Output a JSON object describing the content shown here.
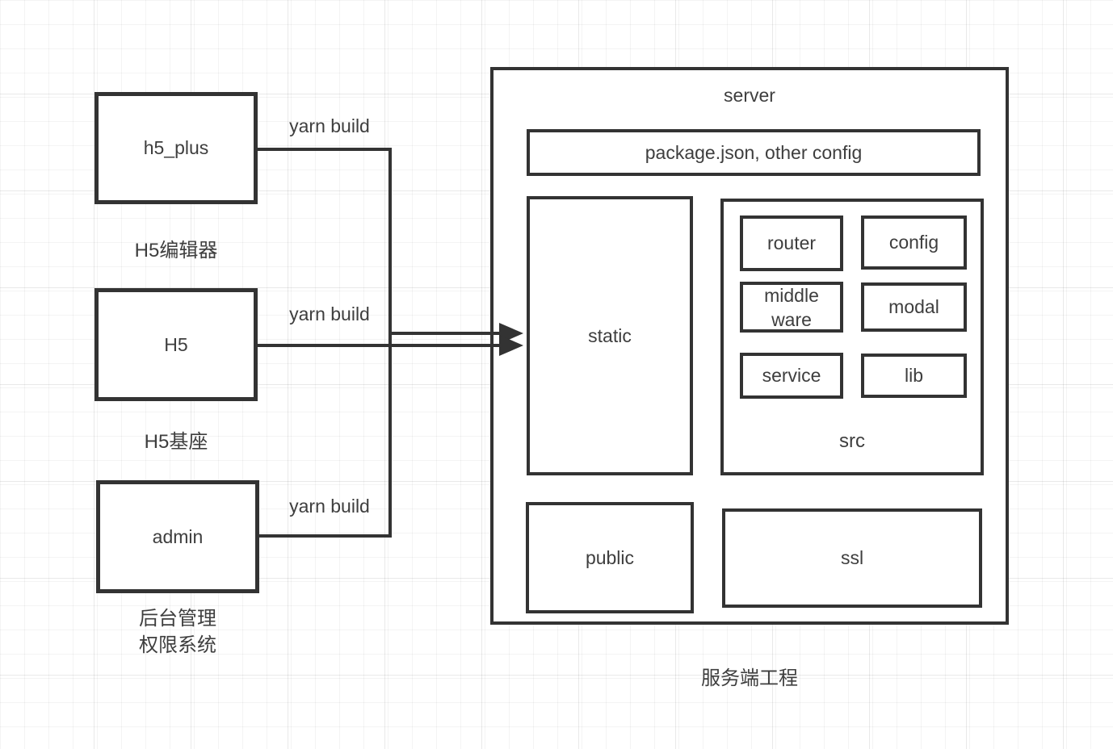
{
  "diagram": {
    "clients": [
      {
        "box_label": "h5_plus",
        "caption": "H5编辑器",
        "edge_label": "yarn build"
      },
      {
        "box_label": "H5",
        "caption": "H5基座",
        "edge_label": "yarn build"
      },
      {
        "box_label": "admin",
        "caption": "后台管理\n权限系统",
        "edge_label": "yarn build"
      }
    ],
    "server": {
      "title": "server",
      "config_box_label": "package.json, other config",
      "static_label": "static",
      "src_label": "src",
      "modules": [
        {
          "label": "router"
        },
        {
          "label": "config"
        },
        {
          "label": "middle\nware"
        },
        {
          "label": "modal"
        },
        {
          "label": "service"
        },
        {
          "label": "lib"
        }
      ],
      "public_label": "public",
      "ssl_label": "ssl",
      "caption": "服务端工程"
    },
    "colors": {
      "stroke": "#333333",
      "text": "#3e3e3e",
      "background": "#ffffff"
    }
  }
}
